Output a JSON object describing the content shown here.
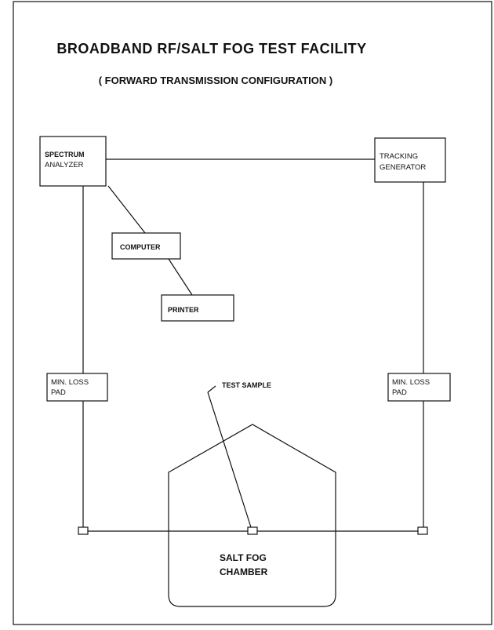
{
  "title": "BROADBAND RF/SALT FOG TEST FACILITY",
  "subtitle": "( FORWARD TRANSMISSION CONFIGURATION )",
  "nodes": {
    "spectrum_analyzer": {
      "line1": "SPECTRUM",
      "line2": "ANALYZER"
    },
    "tracking_generator": {
      "line1": "TRACKING",
      "line2": "GENERATOR"
    },
    "computer": {
      "label": "COMPUTER"
    },
    "printer": {
      "label": "PRINTER"
    },
    "min_loss_pad_left": {
      "line1": "MIN. LOSS",
      "line2": "PAD"
    },
    "min_loss_pad_right": {
      "line1": "MIN. LOSS",
      "line2": "PAD"
    },
    "test_sample": {
      "label": "TEST SAMPLE"
    },
    "salt_fog_chamber": {
      "line1": "SALT FOG",
      "line2": "CHAMBER"
    }
  }
}
